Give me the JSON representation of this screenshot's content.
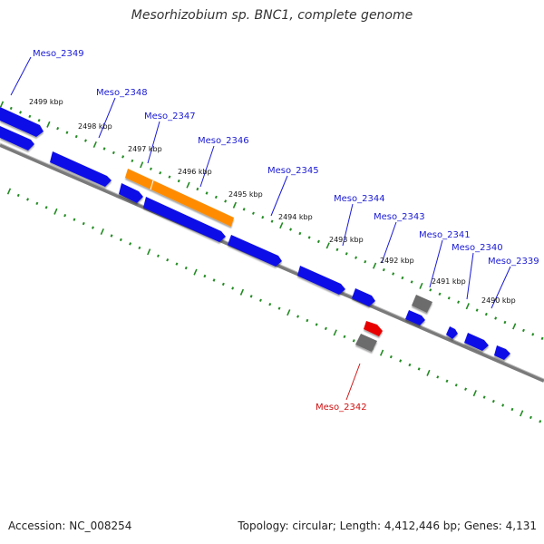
{
  "title": "Mesorhizobium sp. BNC1, complete genome",
  "footer": {
    "accession": "Accession: NC_008254",
    "summary": "Topology: circular; Length: 4,412,446 bp; Genes: 4,131"
  },
  "colors": {
    "forward_gene": "#1010e8",
    "highlight_gene": "#ff8c00",
    "reverse_gene": "#e80000",
    "other_gene": "#707070",
    "backbone": "#808080",
    "ticks": "#228b22",
    "label_default": "#1a1ad6",
    "label_highlight": "#d01010"
  },
  "tick_labels": [
    "2499 kbp",
    "2498 kbp",
    "2497 kbp",
    "2496 kbp",
    "2495 kbp",
    "2494 kbp",
    "2493 kbp",
    "2492 kbp",
    "2491 kbp",
    "2490 kbp"
  ],
  "gene_labels": [
    "Meso_2349",
    "Meso_2348",
    "Meso_2347",
    "Meso_2346",
    "Meso_2345",
    "Meso_2344",
    "Meso_2343",
    "Meso_2341",
    "Meso_2340",
    "Meso_2339",
    "Meso_2342"
  ]
}
